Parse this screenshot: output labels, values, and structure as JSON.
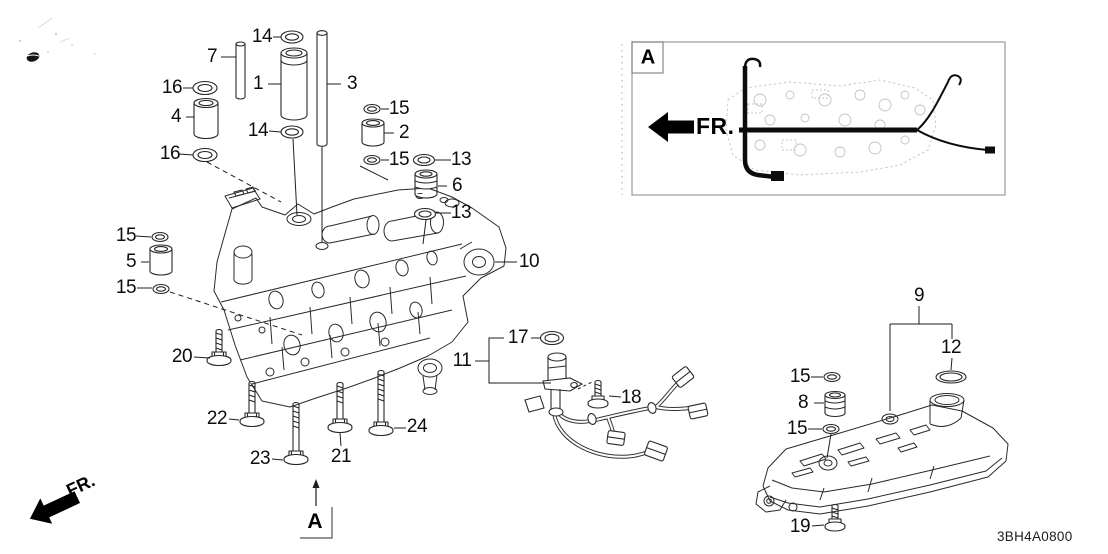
{
  "drawing_number": "3BH4A0800",
  "orientation": {
    "front_label_inset": "FR.",
    "front_label_main": "FR."
  },
  "detail_view": {
    "marker": "A",
    "reference_marker": "A"
  },
  "callouts": [
    {
      "label": "7"
    },
    {
      "label": "14"
    },
    {
      "label": "1"
    },
    {
      "label": "3"
    },
    {
      "label": "16"
    },
    {
      "label": "4"
    },
    {
      "label": "14"
    },
    {
      "label": "16"
    },
    {
      "label": "15"
    },
    {
      "label": "2"
    },
    {
      "label": "15"
    },
    {
      "label": "13"
    },
    {
      "label": "6"
    },
    {
      "label": "13"
    },
    {
      "label": "10"
    },
    {
      "label": "15"
    },
    {
      "label": "5"
    },
    {
      "label": "15"
    },
    {
      "label": "20"
    },
    {
      "label": "22"
    },
    {
      "label": "23"
    },
    {
      "label": "21"
    },
    {
      "label": "24"
    },
    {
      "label": "17"
    },
    {
      "label": "11"
    },
    {
      "label": "18"
    },
    {
      "label": "9"
    },
    {
      "label": "12"
    },
    {
      "label": "15"
    },
    {
      "label": "8"
    },
    {
      "label": "15"
    },
    {
      "label": "19"
    }
  ]
}
